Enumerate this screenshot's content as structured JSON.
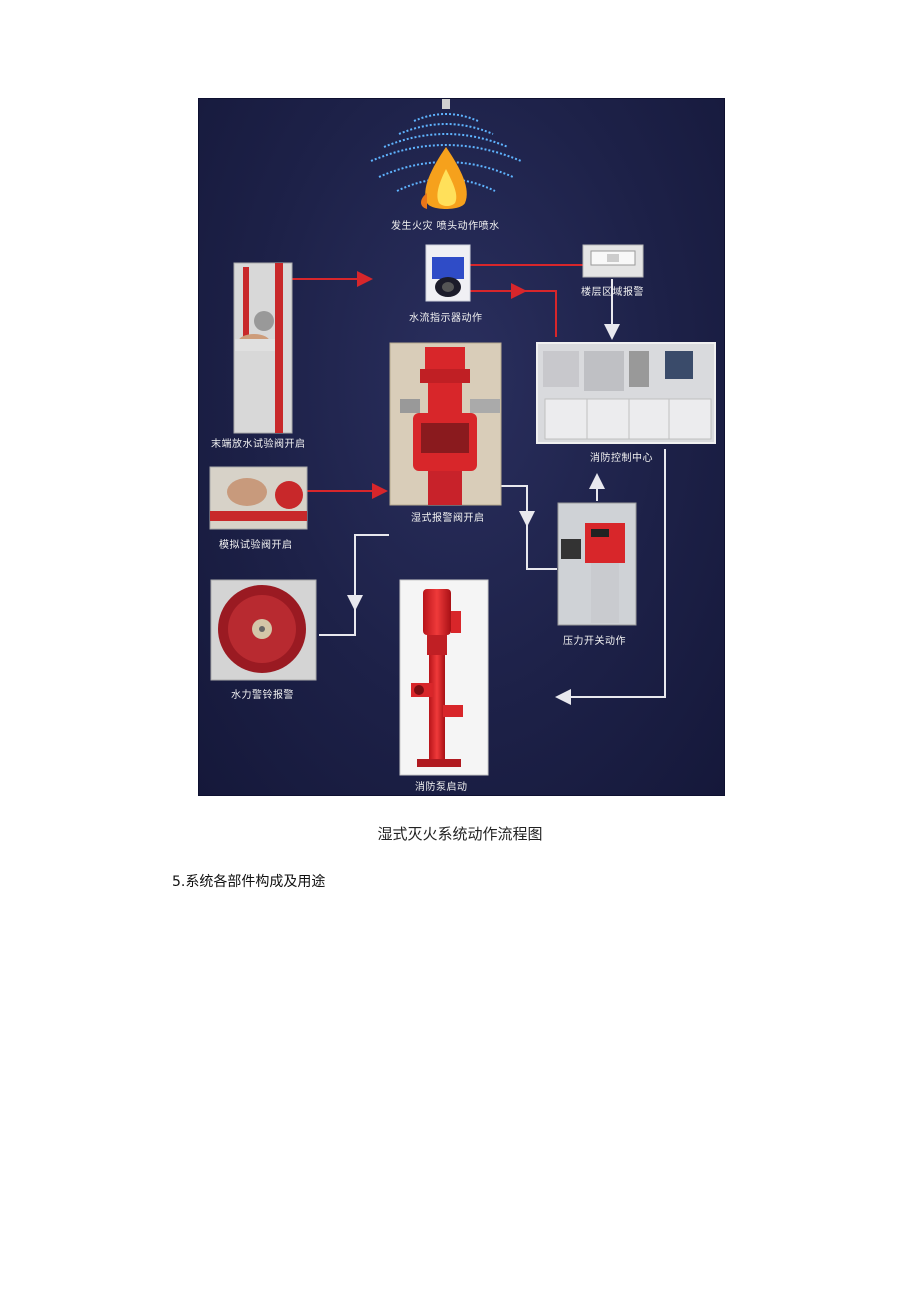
{
  "diagram": {
    "labels": {
      "fire": "发生火灾  喷头动作喷水",
      "flow_indicator": "水流指示器动作",
      "floor_alarm": "楼层区域报警",
      "end_test_valve": "末端放水试验阀开启",
      "control_center": "消防控制中心",
      "alarm_valve": "湿式报警阀开启",
      "sim_test_valve": "模拟试验阀开启",
      "pressure_switch": "压力开关动作",
      "water_gong": "水力警铃报警",
      "fire_pump": "消防泵启动"
    },
    "colors": {
      "background": "#1d2148",
      "red_line": "#d7262b",
      "white_line": "#e8e8ee"
    }
  },
  "caption": "湿式灭火系统动作流程图",
  "section_heading": "5.系统各部件构成及用途"
}
